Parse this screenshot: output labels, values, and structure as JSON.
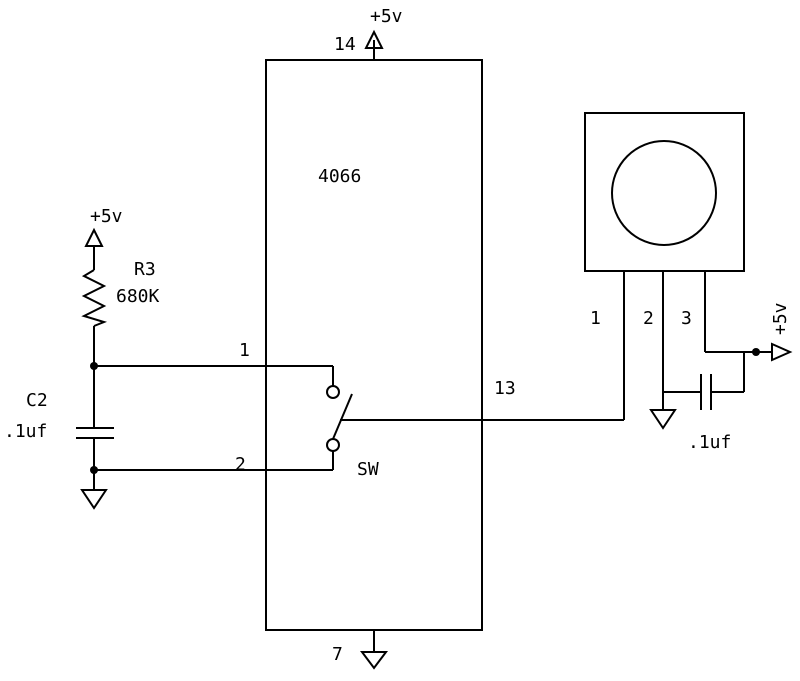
{
  "ic": {
    "part": "4066",
    "pin_vdd": "14",
    "pin_vss": "7",
    "pin_in1": "1",
    "pin_in2": "2",
    "pin_ctrl": "13",
    "switch_label": "SW",
    "vdd_label": "+5v"
  },
  "timing": {
    "resistor_ref": "R3",
    "resistor_value": "680K",
    "capacitor_ref": "C2",
    "capacitor_value": ".1uf",
    "supply_label": "+5v"
  },
  "sensor": {
    "pin1": "1",
    "pin2": "2",
    "pin3": "3",
    "supply_label": "+5v",
    "bypass_cap_value": ".1uf"
  },
  "colors": {
    "ink": "#000000",
    "paper": "#ffffff"
  }
}
